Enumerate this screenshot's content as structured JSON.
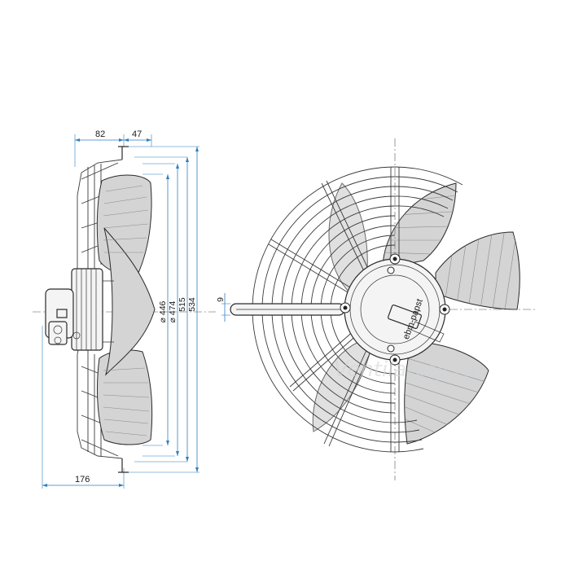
{
  "dimensions": {
    "width_82": "82",
    "width_47": "47",
    "width_176": "176",
    "dia_446": "⌀ 446",
    "dia_474": "⌀ 474",
    "dia_515": "515",
    "dia_534": "534",
    "offset_9": "9"
  },
  "watermark": "Ventilatory.ru",
  "label_plate": "ebm-papst"
}
